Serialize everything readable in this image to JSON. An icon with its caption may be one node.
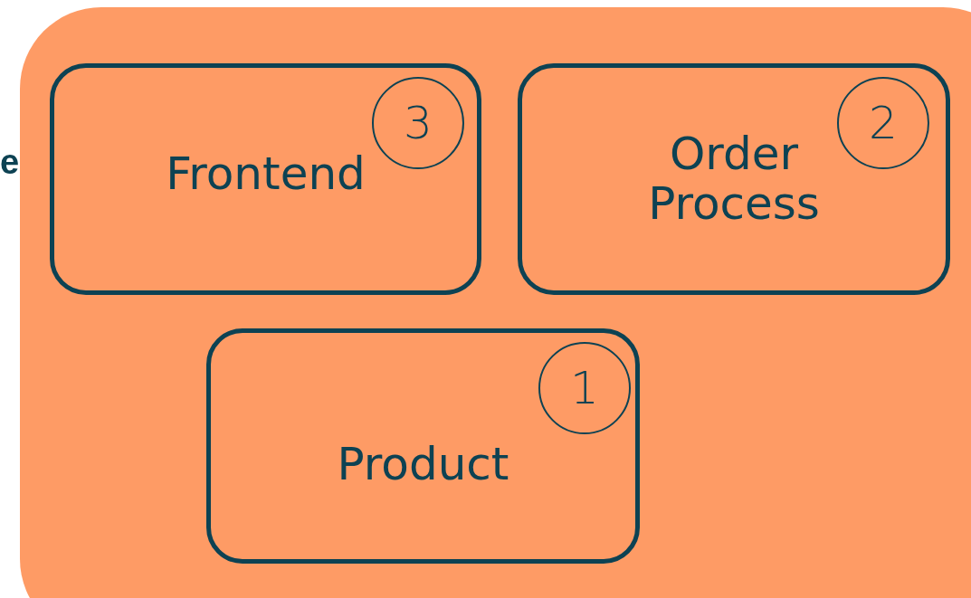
{
  "diagram": {
    "nodes": [
      {
        "text": [],
        "shape": "box"
      },
      {
        "text": [
          "Frontend"
        ],
        "in": 0
      },
      {
        "text": [
          "3"
        ],
        "in": 1
      },
      {
        "text": [
          "Order Process"
        ],
        "in": 0
      },
      {
        "text": [
          "2"
        ],
        "in": 3
      },
      {
        "text": [
          "Product"
        ],
        "in": 0
      },
      {
        "text": [
          "1"
        ],
        "in": 5
      }
    ],
    "edges": [],
    "labels": [
      "e"
    ]
  }
}
